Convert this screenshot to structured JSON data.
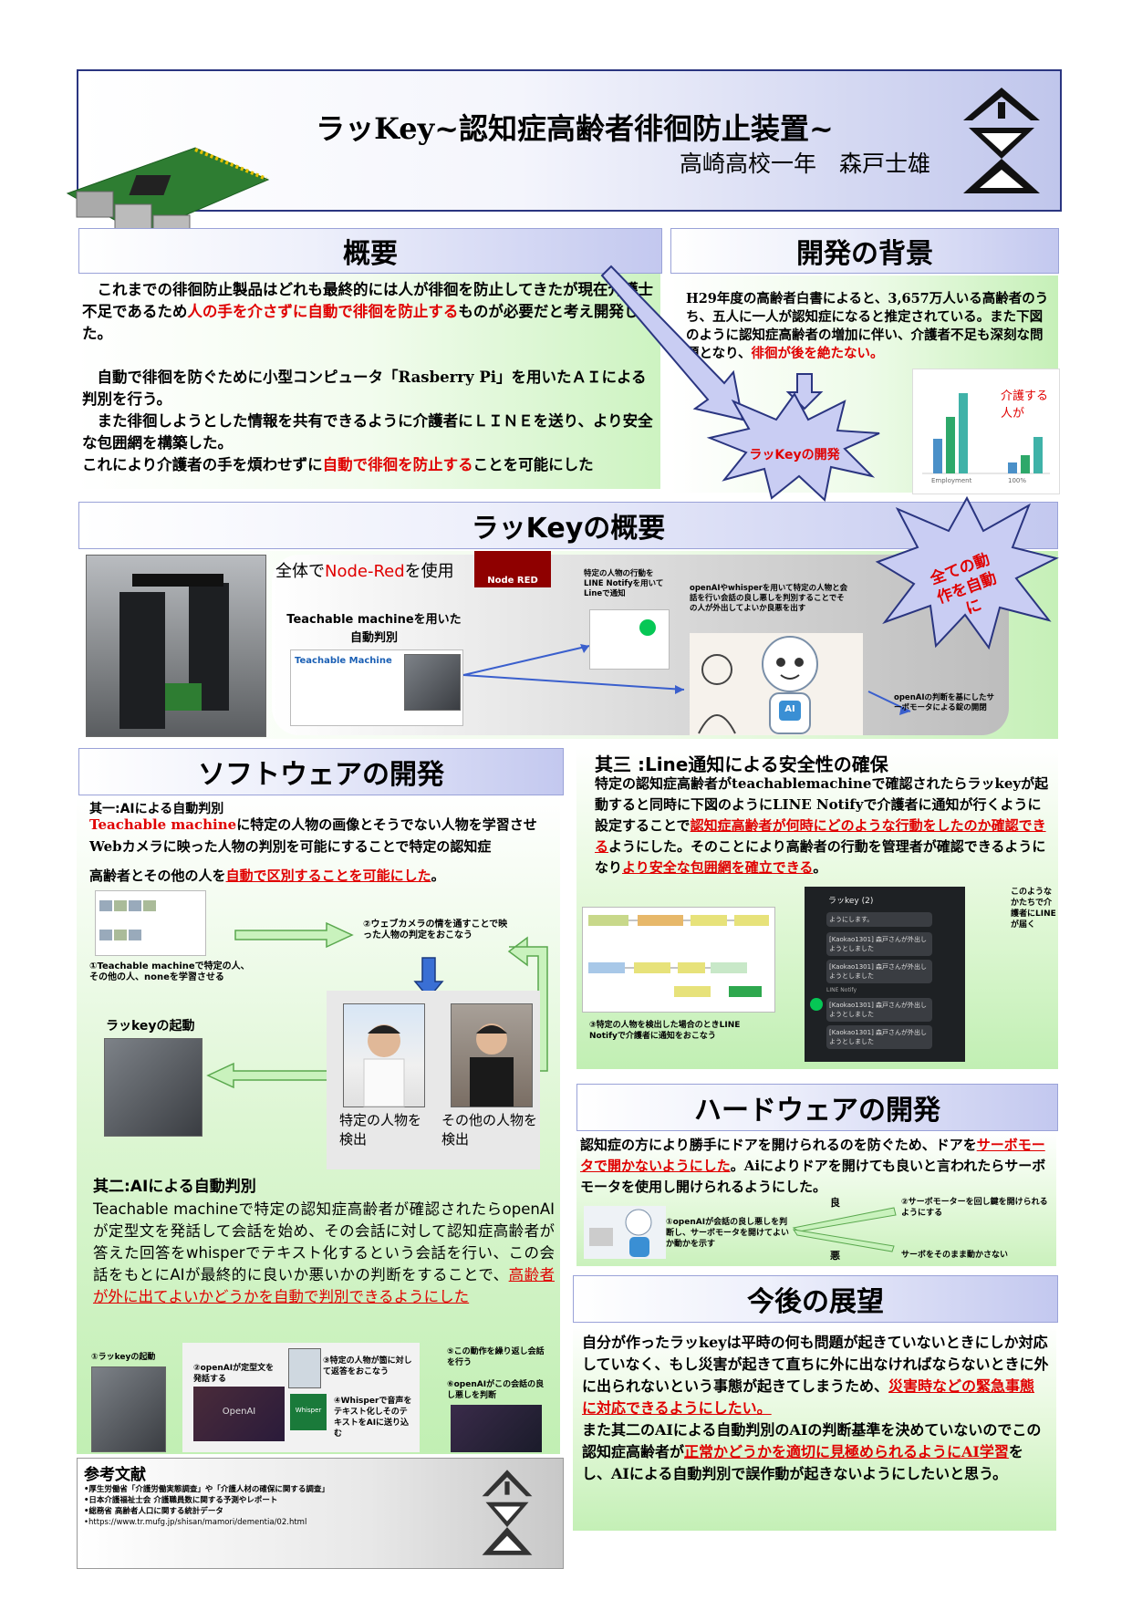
{
  "title": {
    "main": "ラッKey~認知症高齢者徘徊防止装置~",
    "author": "高崎高校一年　森戸士雄"
  },
  "overview": {
    "heading": "概要",
    "p1_a": "　これまでの徘徊防止製品はどれも最終的には人が徘徊を防止してきたが現在介護士不足であるため",
    "p1_red": "人の手を介さずに自動で徘徊を防止する",
    "p1_b": "ものが必要だと考え開発した。",
    "p2": "　自動で徘徊を防ぐために小型コンピュータ「Rasberry Pi」を用いたＡＩによる判別を行う。",
    "p3": "　また徘徊しようとした情報を共有できるように介護者にＬＩＮＥを送り、より安全な包囲網を構築した。",
    "p4_a": "これにより介護者の手を煩わせずに",
    "p4_red": "自動で徘徊を防止する",
    "p4_b": "ことを可能にした"
  },
  "background": {
    "heading": "開発の背景",
    "text_a": "H29年度の高齢者白書によると、3,657万人いる高齢者のうち、五人に一人が認知症になると推定されている。また下図のように認知症高齢者の増加に伴い、介護者不足も深刻な問題となり、",
    "text_red": "徘徊が後を絶たない。",
    "burst_label": "ラッKeyの開発",
    "chart_legend": "介護する人が",
    "chart_cat1": "Employment",
    "chart_cat2": "100%"
  },
  "chart_data": {
    "type": "bar",
    "categories": [
      "Employment",
      "100%"
    ],
    "series": [
      {
        "values": [
          38,
          12
        ]
      },
      {
        "values": [
          62,
          20
        ]
      },
      {
        "values": [
          88,
          40
        ]
      }
    ]
  },
  "raskey": {
    "heading": "ラッKeyの概要",
    "nodered_a": "全体で",
    "nodered_red": "Node-Red",
    "nodered_b": "を使用",
    "nodered_logo": "Node RED",
    "teachable_label": "Teachable machineを用いた自動判別",
    "teachable_brand": "Teachable Machine",
    "line_label": "特定の人物の行動をLINE Notifyを用いてLineで通知",
    "openai_label": "openAIやwhisperを用いて特定の人物と会話を行い会話の良し悪しを判別することでその人が外出してよいか良悪を出す",
    "servo_label": "openAIの判断を基にしたサーボモータによる錠の開閉",
    "ai_chip": "AI",
    "auto_burst": "全ての動作を自動に"
  },
  "software": {
    "heading": "ソフトウェアの開発",
    "s1_title": "其一:AIによる自動判別",
    "s1_red": "Teachable machine",
    "s1_a": "に特定の人物の画像とそうでない人物を学習させWebカメラに映った人物の判別を可能にすることで特定の認知症",
    "s1_b": "高齢者とその他の人を",
    "s1_red_u": "自動で区別することを可能にした",
    "s1_c": "。",
    "step1": "①Teachable machineで特定の人、その他の人、noneを学習させる",
    "step2": "②ウェブカメラの情を通すことで映った人物の判定をおこなう",
    "boot": "ラッkeyの起動",
    "detect1": "特定の人物を検出",
    "detect2": "その他の人物を検出",
    "s2_title": "其二:AIによる自動判別",
    "s2_text": "Teachable machineで特定の認知症高齢者が確認されたらopenAIが定型文を発話して会話を始め、その会話に対して認知症高齢者が答えた回答をwhisperでテキスト化するという会話を行い、この会話をもとにAIが最終的に良いか悪いかの判断をすることで、",
    "s2_red_u": "高齢者が外に出てよいかどうかを自動で判別できるようにした",
    "f1": "①ラッkeyの起動",
    "f2": "②openAIが定型文を発話する",
    "f3": "③特定の人物が箇に対して返答をおこなう",
    "f4": "④Whisperで音声をテキスト化しそのテキストをAIに送り込む",
    "f5": "⑤この動作を繰り返し会話を行う",
    "f6": "⑥openAIがこの会話の良し悪しを判断",
    "openai_brand": "OpenAI",
    "whisper_brand": "Whisper"
  },
  "line": {
    "heading": "其三 :Line通知による安全性の確保",
    "text_a": "特定の認知症高齢者がteachablemachineで確認されたらラッkeyが起動すると同時に下図のようにLINE Notifyで介護者に通知が行くように設定することで",
    "text_red1": "認知症高齢者が何時にどのような行動をしたのか確認できる",
    "text_b": "ようにした。そのことにより高齢者の行動を管理者が確認できるようになり",
    "text_red2": "より安全な包囲網を確立できる",
    "text_c": "。",
    "caption": "③特定の人物を検出した場合のときLINE Notifyで介護者に通知をおこなう",
    "note": "このようなかたちで介護者にLINEが届く",
    "chat_title": "ラッkey (2)",
    "msg1": "ようにします。",
    "msg2": "[Kaokao1301] 森戸さんが外出しようとしました",
    "msg3": "[Kaokao1301] 森戸さんが外出しようとしました",
    "msg4": "LINE Notify",
    "msg5": "[Kaokao1301] 森戸さんが外出しようとしました",
    "msg6": "[Kaokao1301] 森戸さんが外出しようとしました"
  },
  "hardware": {
    "heading": "ハードウェアの開発",
    "text_a": "認知症の方により勝手にドアを開けられるのを防ぐため、ドアを",
    "text_red": "サーボモータで開かないようにした",
    "text_b": "。Aiによりドアを開けても良いと言われたらサーボモータを使用し開けられるようにした。",
    "step1": "①openAIが会話の良し悪しを判断し、サーボモータを開けてよいか動かを示す",
    "good": "良",
    "bad": "悪",
    "step2": "②サーボモーターを回し鍵を開けられるようにする",
    "step3": "サーボをそのまま動かさない"
  },
  "future": {
    "heading": "今後の展望",
    "p1_a": "自分が作ったラッkeyは平時の何も問題が起きていないときにしか対応していなく、もし災害が起きて直ちに外に出なければならないときに外に出られないという事態が起きてしまうため、",
    "p1_red": "災害時などの緊急事態に対応できるようにしたい。",
    "p2_a": "また其二のAIによる自動判別のAIの判断基準を決めていないのでこの認知症高齢者が",
    "p2_red": "正常かどうかを適切に見極められるようにAI学習",
    "p2_b": "をし、AIによる自動判別で誤作動が起きないようにしたいと思う。"
  },
  "references": {
    "heading": "参考文献",
    "r1": "•厚生労働省「介護労働実態調査」や「介護人材の確保に関する調査」",
    "r2": "•日本介護福祉士会 介護職員数に関する予測やレポート",
    "r3": "•総務省 高齢者人口に関する統計データ",
    "r4": "•https://www.tr.mufg.jp/shisan/mamori/dementia/02.html"
  },
  "colors": {
    "red": "#e00000",
    "header_blue": "#c3c8ef",
    "panel_green": "#c9f2bd",
    "burst_blue": "#c9cdf3"
  }
}
